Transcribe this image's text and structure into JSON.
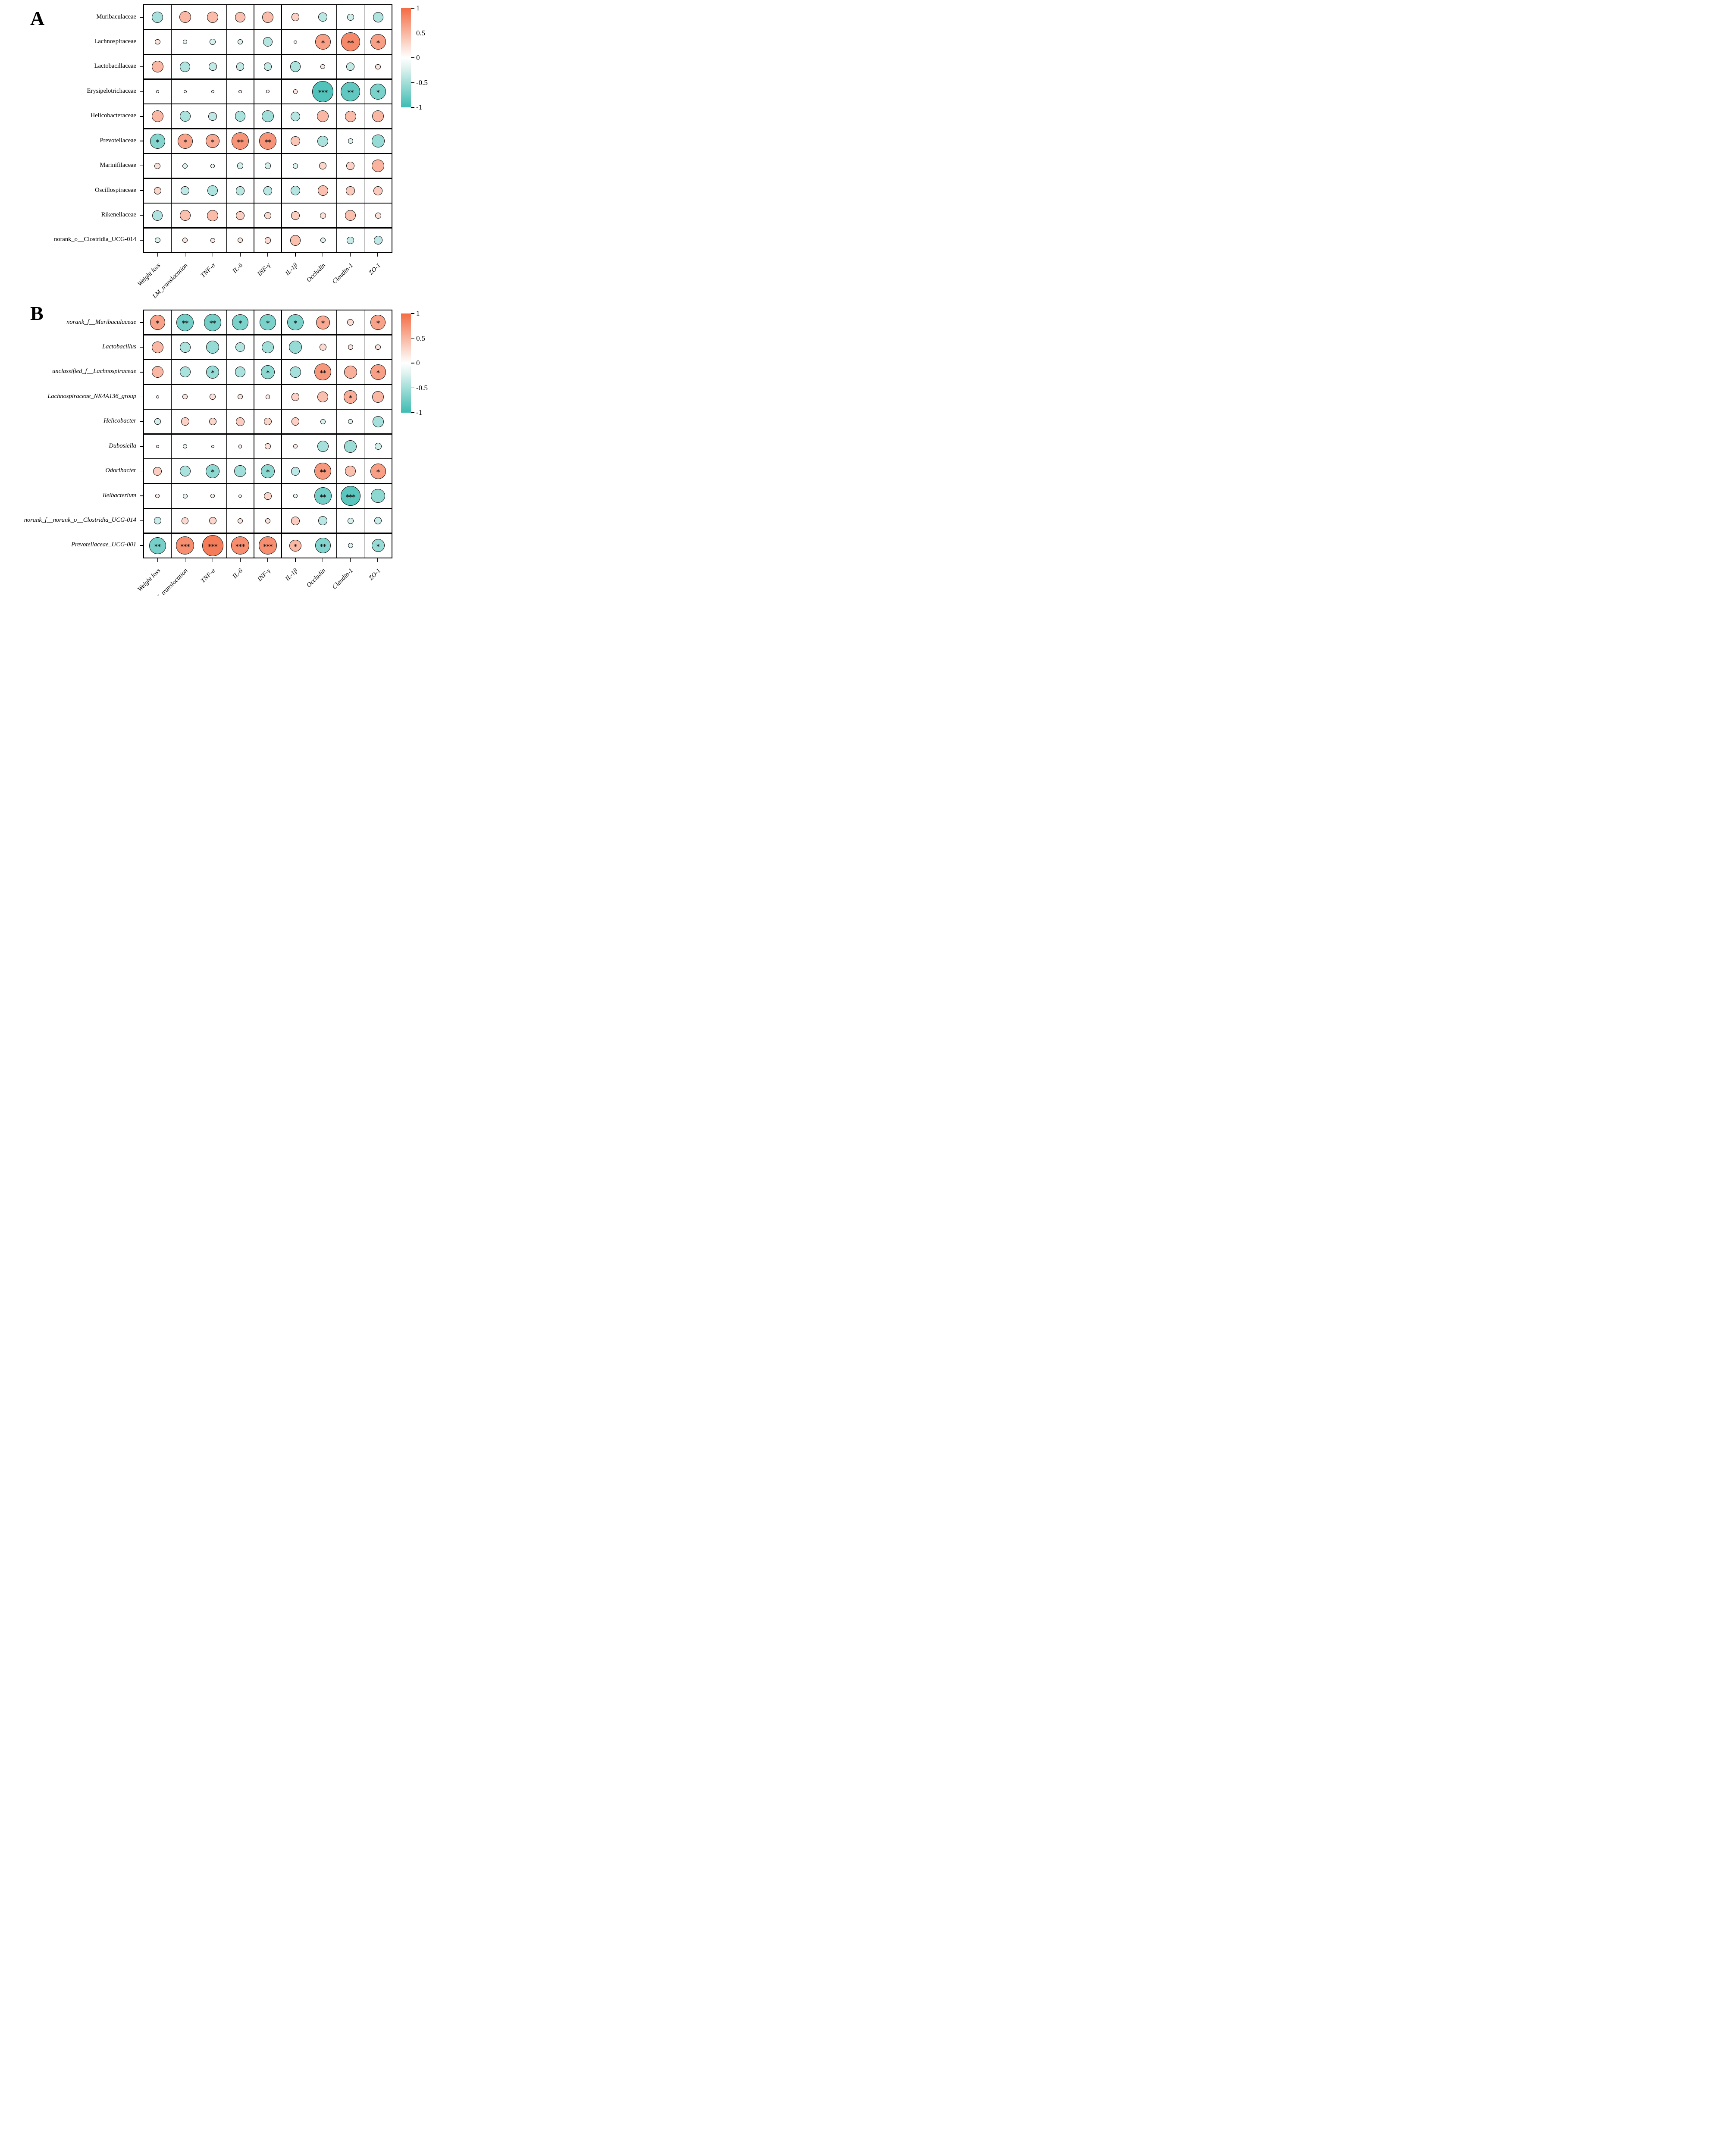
{
  "panel_labels": {
    "a": "A",
    "b": "B"
  },
  "colors": {
    "positive_max": "#F46C44",
    "negative_max": "#3DBCB2",
    "circle_stroke": "#0A0A0A",
    "grid_line": "#000000"
  },
  "legend": {
    "ticks": [
      "1",
      "0.5",
      "0",
      "-0.5",
      "-1"
    ],
    "range": [
      -1,
      1
    ],
    "position": "right"
  },
  "chart_data": [
    {
      "type": "bubble-correlation-matrix",
      "panel": "A",
      "rows_italic": false,
      "columns": [
        "Weight loss",
        "LM_translocation",
        "TNF-α",
        "IL-6",
        "INF-γ",
        "IL-1β",
        "Occludin",
        "Claudin-1",
        "ZO-1"
      ],
      "rows": [
        "Muribaculaceae",
        "Lachnospiraceae",
        "Lactobacillaceae",
        "Erysipelotrichaceae",
        "Helicobacteraceae",
        "Prevotellaceae",
        "Marinifilaceae",
        "Oscillospiraceae",
        "Rikenellaceae",
        "norank_o__Clostridia_UCG-014"
      ],
      "values": [
        [
          -0.42,
          0.45,
          0.42,
          0.38,
          0.42,
          0.28,
          -0.32,
          -0.22,
          -0.38
        ],
        [
          0.15,
          -0.1,
          -0.18,
          -0.15,
          -0.35,
          0.05,
          0.62,
          0.78,
          0.62
        ],
        [
          0.45,
          -0.38,
          -0.28,
          -0.28,
          -0.28,
          -0.4,
          0.12,
          -0.28,
          0.15
        ],
        [
          0.05,
          0.05,
          0.05,
          0.05,
          0.06,
          0.12,
          -0.88,
          -0.8,
          -0.65
        ],
        [
          0.45,
          -0.4,
          -0.3,
          -0.4,
          -0.45,
          -0.35,
          0.45,
          0.42,
          0.45
        ],
        [
          -0.6,
          0.6,
          0.55,
          0.7,
          0.7,
          0.35,
          -0.4,
          -0.15,
          -0.5
        ],
        [
          0.18,
          -0.15,
          -0.1,
          -0.2,
          -0.2,
          -0.15,
          0.25,
          0.28,
          0.48
        ],
        [
          0.25,
          -0.3,
          -0.38,
          -0.32,
          -0.32,
          -0.35,
          0.38,
          0.32,
          0.32
        ],
        [
          -0.38,
          0.4,
          0.42,
          0.3,
          0.22,
          0.3,
          0.18,
          0.4,
          0.18
        ],
        [
          -0.15,
          0.15,
          0.12,
          0.15,
          0.2,
          0.4,
          -0.15,
          -0.25,
          -0.3
        ]
      ],
      "significance": [
        [
          "",
          "",
          "",
          "",
          "",
          "",
          "",
          "",
          ""
        ],
        [
          "",
          "",
          "",
          "",
          "",
          "",
          "*",
          "**",
          "*"
        ],
        [
          "",
          "",
          "",
          "",
          "",
          "",
          "",
          "",
          ""
        ],
        [
          "",
          "",
          "",
          "",
          "",
          "",
          "***",
          "**",
          "*"
        ],
        [
          "",
          "",
          "",
          "",
          "",
          "",
          "",
          "",
          ""
        ],
        [
          "*",
          "*",
          "*",
          "**",
          "**",
          "",
          "",
          "",
          ""
        ],
        [
          "",
          "",
          "",
          "",
          "",
          "",
          "",
          "",
          ""
        ],
        [
          "",
          "",
          "",
          "",
          "",
          "",
          "",
          "",
          ""
        ],
        [
          "",
          "",
          "",
          "",
          "",
          "",
          "",
          "",
          ""
        ],
        [
          "",
          "",
          "",
          "",
          "",
          "",
          "",
          "",
          ""
        ]
      ]
    },
    {
      "type": "bubble-correlation-matrix",
      "panel": "B",
      "rows_italic": true,
      "columns": [
        "Weight loss",
        "LM_translocation",
        "TNF-α",
        "IL-6",
        "INF-γ",
        "IL-1β",
        "Occludin",
        "Claudin-1",
        "ZO-1"
      ],
      "rows": [
        "norank_f__Muribaculaceae",
        "Lactobacillus",
        "unclassified_f__Lachnospiraceae",
        "Lachnospiraceae_NK4A136_group",
        "Helicobacter",
        "Dubosiella",
        "Odoribacter",
        "Ileibacterium",
        "norank_f__norank_o__Clostridia_UCG-014",
        "Prevotellaceae_UCG-001"
      ],
      "values": [
        [
          0.6,
          -0.7,
          -0.7,
          -0.65,
          -0.65,
          -0.65,
          0.55,
          0.2,
          0.6
        ],
        [
          0.45,
          -0.4,
          -0.5,
          -0.35,
          -0.45,
          -0.5,
          0.22,
          0.15,
          0.15
        ],
        [
          0.45,
          -0.4,
          -0.5,
          -0.4,
          -0.55,
          -0.42,
          0.68,
          0.5,
          0.62
        ],
        [
          0.05,
          0.15,
          0.18,
          0.15,
          0.12,
          0.28,
          0.4,
          0.52,
          0.45
        ],
        [
          -0.2,
          0.28,
          0.25,
          0.3,
          0.25,
          0.28,
          -0.15,
          -0.12,
          -0.42
        ],
        [
          0.05,
          -0.1,
          0.05,
          0.08,
          0.18,
          0.1,
          -0.42,
          -0.48,
          -0.22
        ],
        [
          0.3,
          -0.4,
          -0.55,
          -0.45,
          -0.55,
          -0.3,
          0.68,
          0.4,
          0.62
        ],
        [
          0.1,
          -0.12,
          0.1,
          -0.05,
          0.25,
          -0.1,
          -0.7,
          -0.83,
          -0.55
        ],
        [
          -0.25,
          0.22,
          0.25,
          0.15,
          0.15,
          0.3,
          -0.32,
          -0.18,
          -0.25
        ],
        [
          -0.68,
          0.75,
          0.88,
          0.75,
          0.75,
          0.45,
          -0.62,
          -0.15,
          -0.5
        ]
      ],
      "significance": [
        [
          "*",
          "**",
          "**",
          "*",
          "*",
          "*",
          "*",
          "",
          "*"
        ],
        [
          "",
          "",
          "",
          "",
          "",
          "",
          "",
          "",
          ""
        ],
        [
          "",
          "",
          "*",
          "",
          "*",
          "",
          "**",
          "",
          "*"
        ],
        [
          "",
          "",
          "",
          "",
          "",
          "",
          "",
          "*",
          ""
        ],
        [
          "",
          "",
          "",
          "",
          "",
          "",
          "",
          "",
          ""
        ],
        [
          "",
          "",
          "",
          "",
          "",
          "",
          "",
          "",
          ""
        ],
        [
          "",
          "",
          "*",
          "",
          "*",
          "",
          "**",
          "",
          "*"
        ],
        [
          "",
          "",
          "",
          "",
          "",
          "",
          "**",
          "***",
          ""
        ],
        [
          "",
          "",
          "",
          "",
          "",
          "",
          "",
          "",
          ""
        ],
        [
          "**",
          "***",
          "***",
          "***",
          "***",
          "*",
          "**",
          "",
          "*"
        ]
      ]
    }
  ]
}
